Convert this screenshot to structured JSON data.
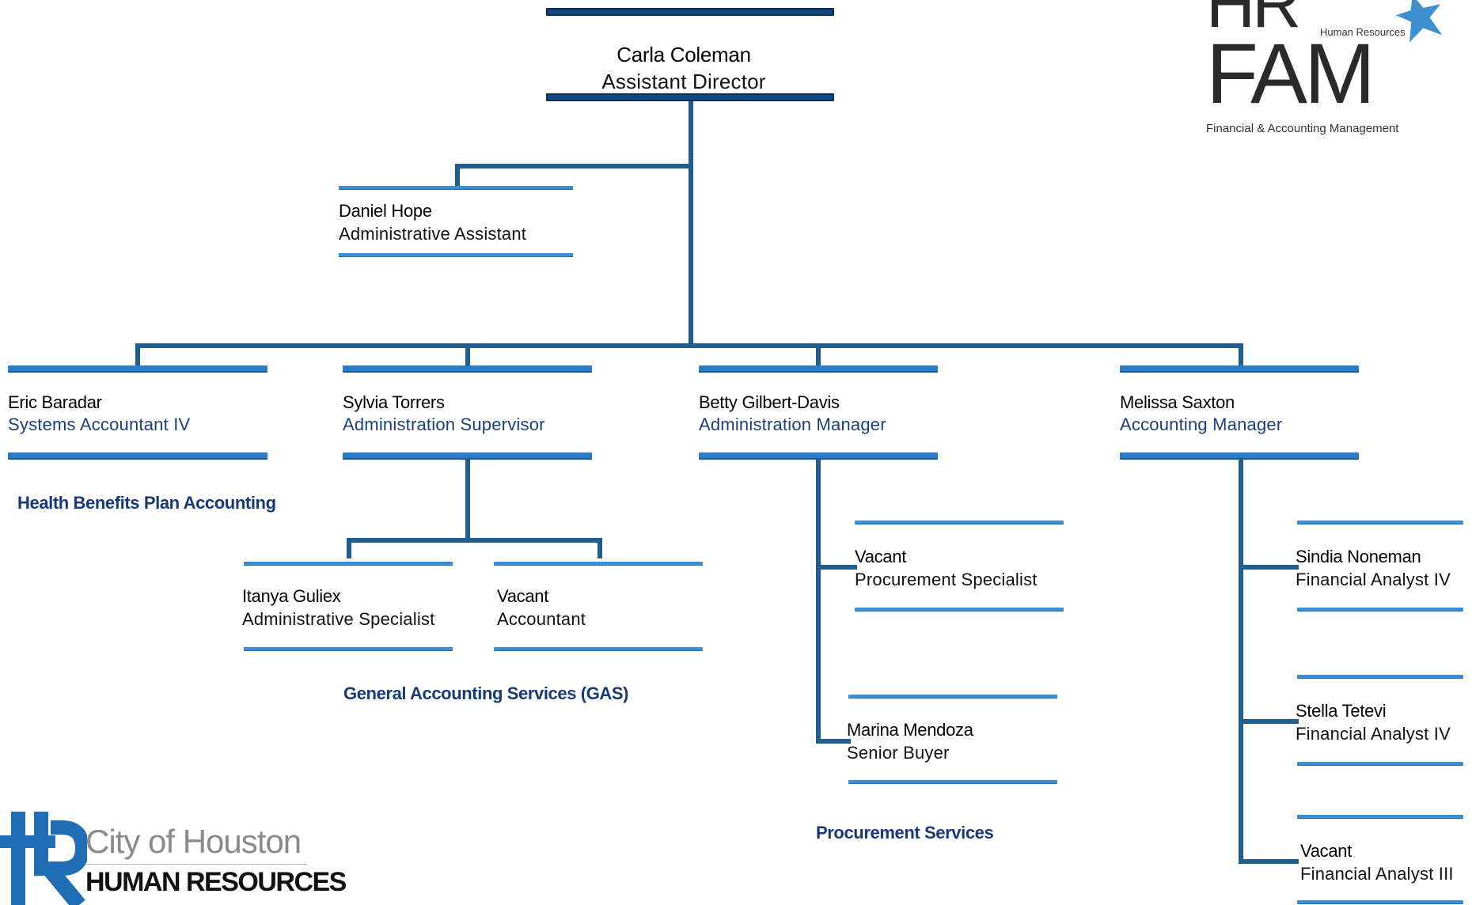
{
  "director": {
    "name": "Carla Coleman",
    "title": "Assistant Director"
  },
  "admin_assistant": {
    "name": "Daniel Hope",
    "title": "Administrative Assistant"
  },
  "managers": [
    {
      "name": "Eric Baradar",
      "title": "Systems Accountant IV"
    },
    {
      "name": "Sylvia Torrers",
      "title": "Administration Supervisor"
    },
    {
      "name": "Betty Gilbert-Davis",
      "title": "Administration Manager"
    },
    {
      "name": "Melissa Saxton",
      "title": "Accounting Manager"
    }
  ],
  "gas_staff": [
    {
      "name": "Itanya Guliex",
      "title": "Administrative Specialist"
    },
    {
      "name": "Vacant",
      "title": "Accountant"
    }
  ],
  "procurement_staff": [
    {
      "name": "Vacant",
      "title": "Procurement Specialist"
    },
    {
      "name": "Marina Mendoza",
      "title": "Senior Buyer"
    }
  ],
  "accounting_staff": [
    {
      "name": "Sindia Noneman",
      "title": "Financial Analyst IV"
    },
    {
      "name": "Stella Tetevi",
      "title": "Financial Analyst IV"
    },
    {
      "name": "Vacant",
      "title": "Financial Analyst III"
    }
  ],
  "sections": {
    "health": "Health Benefits Plan Accounting",
    "gas": "General Accounting Services (GAS)",
    "procurement": "Procurement Services"
  },
  "logos": {
    "hr_fam": {
      "big_top": "HR",
      "small_right": "Human Resources",
      "big": "FAM",
      "caption": "Financial & Accounting Management"
    },
    "city_hr": {
      "line1": "City of Houston",
      "line2": "HUMAN RESOURCES"
    }
  },
  "colors": {
    "connector": "#1f5f8f",
    "bar": "#2a7bc8",
    "section_text": "#17387a",
    "title_blue": "#1c3f7a"
  }
}
